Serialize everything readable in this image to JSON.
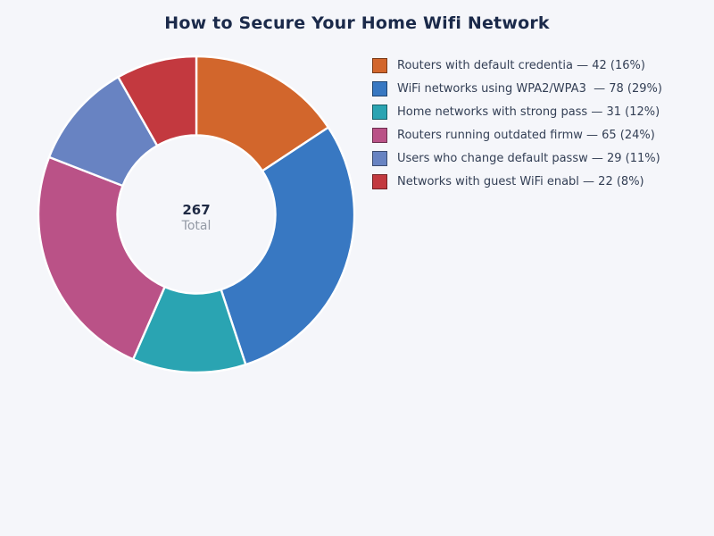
{
  "title": "How to Secure Your Home Wifi Network",
  "center": {
    "value": "267",
    "label": "Total"
  },
  "legend": {
    "position": "right",
    "items": [
      {
        "label": "Routers with default credentia",
        "text": "Routers with default credentia — 42 (16%)",
        "color": "#d2662c"
      },
      {
        "label": "WiFi networks using WPA2/WPA3",
        "text": "WiFi networks using WPA2/WPA3  — 78 (29%)",
        "color": "#3878c2"
      },
      {
        "label": "Home networks with strong pass",
        "text": "Home networks with strong pass — 31 (12%)",
        "color": "#2aa4b2"
      },
      {
        "label": "Routers running outdated firmw",
        "text": "Routers running outdated firmw — 65 (24%)",
        "color": "#ba5287"
      },
      {
        "label": "Users who change default passw",
        "text": "Users who change default passw — 29 (11%)",
        "color": "#6883c2"
      },
      {
        "label": "Networks with guest WiFi enabl",
        "text": "Networks with guest WiFi enabl — 22 (8%)",
        "color": "#c3393f"
      }
    ]
  },
  "chart_data": {
    "type": "pie",
    "variant": "donut",
    "title": "How to Secure Your Home Wifi Network",
    "categories": [
      "Routers with default credentia",
      "WiFi networks using WPA2/WPA3",
      "Home networks with strong pass",
      "Routers running outdated firmw",
      "Users who change default passw",
      "Networks with guest WiFi enabl"
    ],
    "values": [
      42,
      78,
      31,
      65,
      29,
      22
    ],
    "percent_labels": [
      "16%",
      "29%",
      "12%",
      "24%",
      "11%",
      "8%"
    ],
    "colors": [
      "#d2662c",
      "#3878c2",
      "#2aa4b2",
      "#ba5287",
      "#6883c2",
      "#c3393f"
    ],
    "total": 267,
    "center_value": "267",
    "center_label": "Total",
    "start_angle": "top",
    "direction": "clockwise",
    "inner_radius_ratio": 0.5,
    "slice_gap_color": "#ffffff",
    "legend_position": "right"
  }
}
